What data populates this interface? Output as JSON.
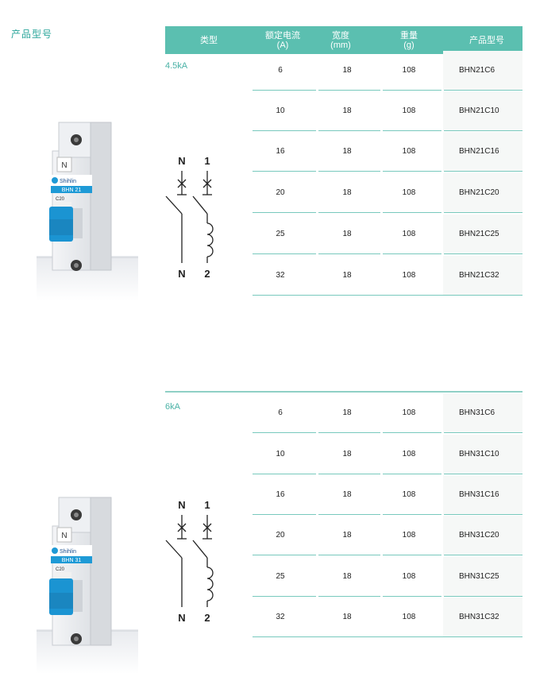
{
  "section_title": "产品型号",
  "header": {
    "type": "类型",
    "current": [
      "额定电流",
      "(A)"
    ],
    "width": [
      "宽度",
      "(mm)"
    ],
    "weight": [
      "重量",
      "(g)"
    ],
    "model": "产品型号"
  },
  "sections": [
    {
      "label": "4.5kA",
      "device": {
        "brand": "Shihlin",
        "model_label": "BHN 21",
        "rating": "C20"
      },
      "diagram": {
        "top_left": "N",
        "top_right": "1",
        "bottom_left": "N",
        "bottom_right": "2"
      },
      "rows": [
        {
          "current": "6",
          "width": "18",
          "weight": "108",
          "model": "BHN21C6"
        },
        {
          "current": "10",
          "width": "18",
          "weight": "108",
          "model": "BHN21C10"
        },
        {
          "current": "16",
          "width": "18",
          "weight": "108",
          "model": "BHN21C16"
        },
        {
          "current": "20",
          "width": "18",
          "weight": "108",
          "model": "BHN21C20"
        },
        {
          "current": "25",
          "width": "18",
          "weight": "108",
          "model": "BHN21C25"
        },
        {
          "current": "32",
          "width": "18",
          "weight": "108",
          "model": "BHN21C32"
        }
      ]
    },
    {
      "label": "6kA",
      "device": {
        "brand": "Shihlin",
        "model_label": "BHN 31",
        "rating": "C20"
      },
      "diagram": {
        "top_left": "N",
        "top_right": "1",
        "bottom_left": "N",
        "bottom_right": "2"
      },
      "rows": [
        {
          "current": "6",
          "width": "18",
          "weight": "108",
          "model": "BHN31C6"
        },
        {
          "current": "10",
          "width": "18",
          "weight": "108",
          "model": "BHN31C10"
        },
        {
          "current": "16",
          "width": "18",
          "weight": "108",
          "model": "BHN31C16"
        },
        {
          "current": "20",
          "width": "18",
          "weight": "108",
          "model": "BHN31C20"
        },
        {
          "current": "25",
          "width": "18",
          "weight": "108",
          "model": "BHN31C25"
        },
        {
          "current": "32",
          "width": "18",
          "weight": "108",
          "model": "BHN31C32"
        }
      ]
    }
  ],
  "colors": {
    "accent": "#5bbfb0",
    "accent_text": "#2aa59a",
    "rule": "#78c9bd",
    "breaker_blue": "#1e9ad6"
  }
}
